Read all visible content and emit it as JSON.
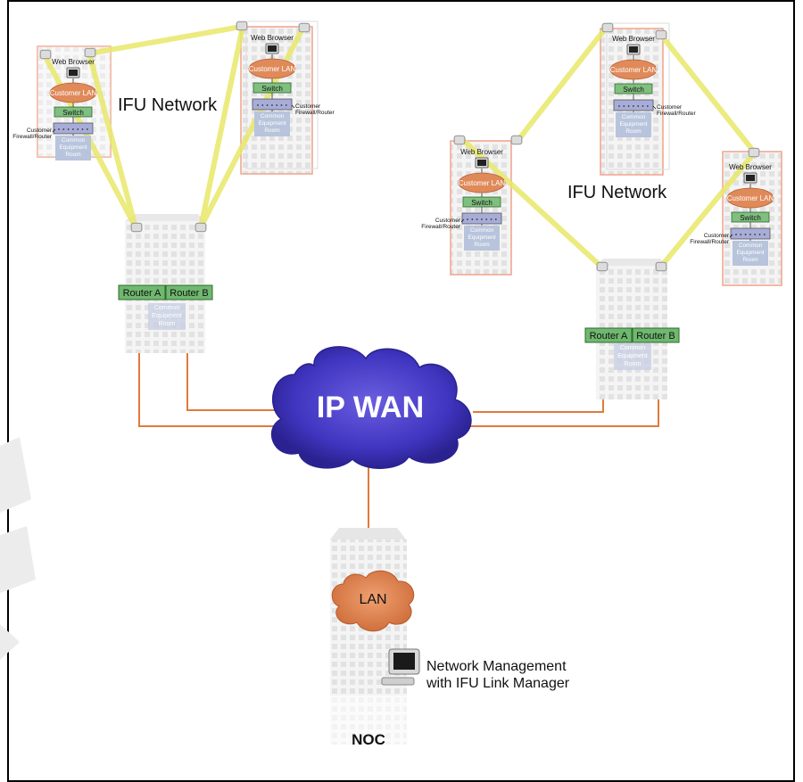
{
  "diagram": {
    "title_left": "IFU Network",
    "title_right": "IFU Network",
    "wan_label": "IP WAN",
    "noc_label": "NOC",
    "lan_label": "LAN",
    "nm_line1": "Network Management",
    "nm_line2": "with IFU Link Manager",
    "labels": {
      "web_browser": "Web Browser",
      "customer_lan": "Customer LAN",
      "switch": "Switch",
      "firewall_l1": "Customer",
      "firewall_l2": "Firewall/Router",
      "cer_l1": "Common",
      "cer_l2": "Equipment",
      "cer_l3": "Room",
      "router_a": "Router A",
      "router_b": "Router B"
    },
    "colors": {
      "link_yellow": "#e8e86a",
      "wire_orange": "#e07a3c",
      "wan_cloud": "#4a3fc8",
      "lan_cloud": "#e08a5a",
      "switch_green": "#7fbf7f",
      "router_green": "#6fb86f",
      "building_pink": "#f6cfc4",
      "room_blue": "#b8c4dc"
    }
  }
}
